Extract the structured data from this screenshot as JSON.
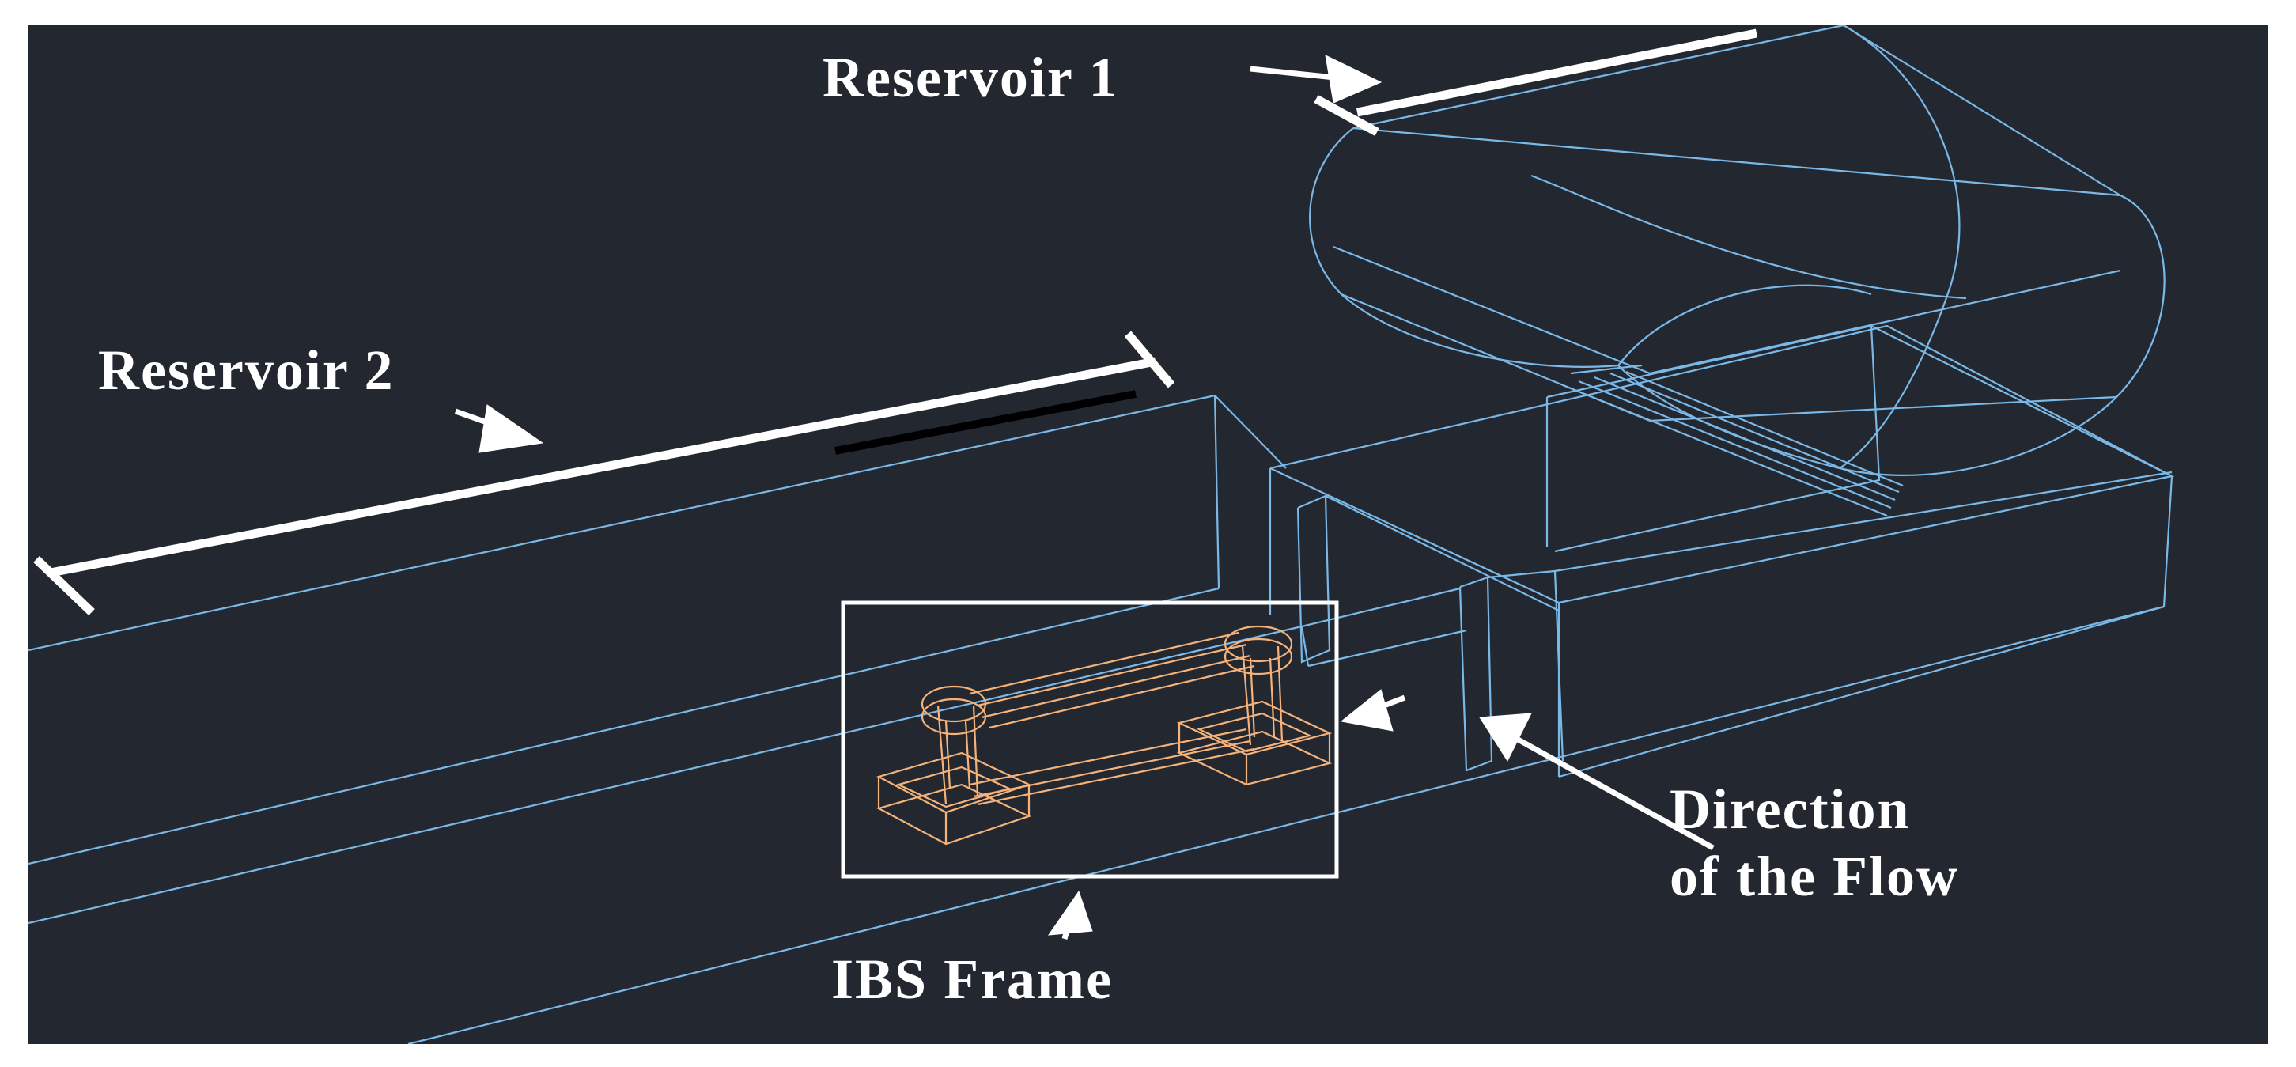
{
  "labels": {
    "reservoir_1": "Reservoir 1",
    "reservoir_2": "Reservoir 2",
    "direction_line_1": "Direction",
    "direction_line_2": "of the Flow",
    "ibs_frame": "IBS Frame"
  },
  "colors": {
    "background": "#232830",
    "page_border": "#ffffff",
    "channel_wireframe": "#7ab8e8",
    "ibs_frame_model": "#f5b27a",
    "annotation": "#ffffff"
  }
}
